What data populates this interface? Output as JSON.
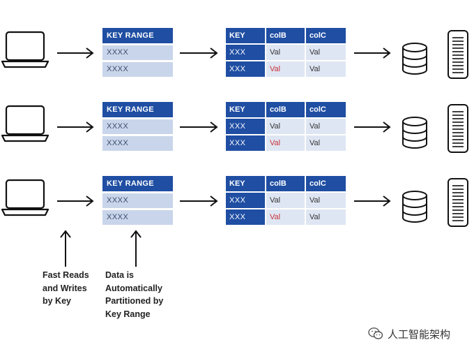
{
  "rows": [
    {
      "key_range": {
        "header": "KEY RANGE",
        "cells": [
          "XXXX",
          "XXXX"
        ]
      },
      "data_table": {
        "headers": [
          "KEY",
          "colB",
          "colC"
        ],
        "rows": [
          {
            "key": "XXX",
            "colB": "Val",
            "colC": "Val",
            "colB_red": false
          },
          {
            "key": "XXX",
            "colB": "Val",
            "colC": "Val",
            "colB_red": true
          }
        ]
      }
    },
    {
      "key_range": {
        "header": "KEY RANGE",
        "cells": [
          "XXXX",
          "XXXX"
        ]
      },
      "data_table": {
        "headers": [
          "KEY",
          "colB",
          "colC"
        ],
        "rows": [
          {
            "key": "XXX",
            "colB": "Val",
            "colC": "Val",
            "colB_red": false
          },
          {
            "key": "XXX",
            "colB": "Val",
            "colC": "Val",
            "colB_red": true
          }
        ]
      }
    },
    {
      "key_range": {
        "header": "KEY RANGE",
        "cells": [
          "XXXX",
          "XXXX"
        ]
      },
      "data_table": {
        "headers": [
          "KEY",
          "colB",
          "colC"
        ],
        "rows": [
          {
            "key": "XXX",
            "colB": "Val",
            "colC": "Val",
            "colB_red": false
          },
          {
            "key": "XXX",
            "colB": "Val",
            "colC": "Val",
            "colB_red": true
          }
        ]
      }
    }
  ],
  "annotations": {
    "fast_reads": "Fast Reads\nand Writes\nby Key",
    "partitioned": "Data is\nAutomatically\nPartitioned by\nKey Range"
  },
  "watermark": {
    "text": "人工智能架构",
    "icon": "wechat-icon"
  },
  "colors": {
    "header_blue": "#1f4ea3",
    "light_blue": "#c9d5ea",
    "cell_blue": "#dfe6f3",
    "red_text": "#c8323a"
  },
  "icons": [
    "laptop-icon",
    "database-icon",
    "server-rack-icon",
    "right-arrow-icon",
    "up-arrow-icon"
  ]
}
